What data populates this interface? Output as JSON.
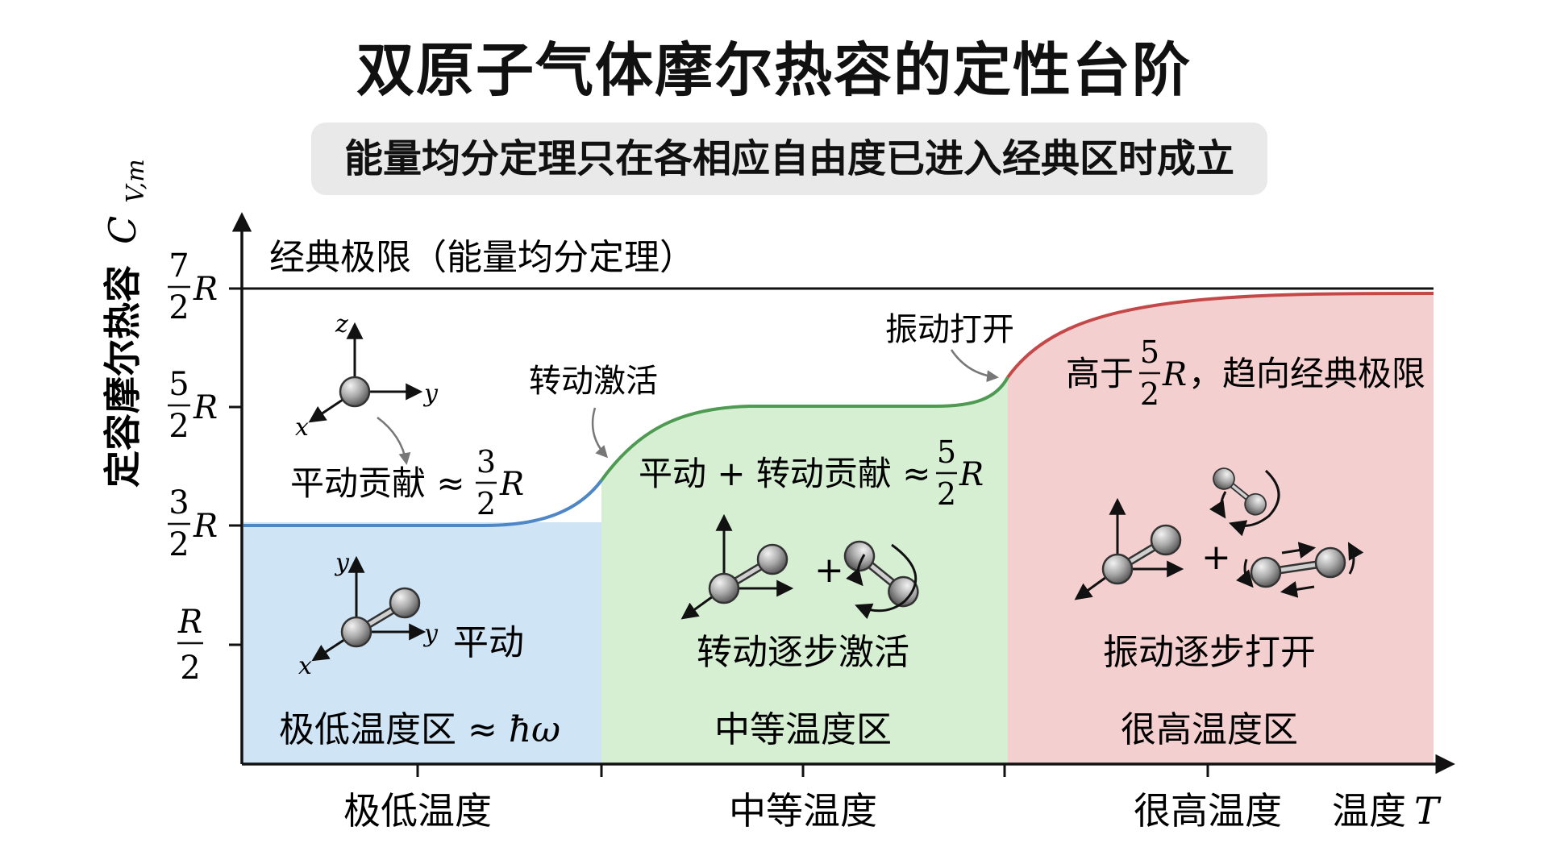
{
  "title": "双原子气体摩尔热容的定性台阶",
  "subtitle": "能量均分定理只在各相应自由度已进入经典区时成立",
  "y_axis": {
    "label_text": "定容摩尔热容",
    "label_symbol": "C",
    "label_subscript": "V,m",
    "ticks": [
      {
        "num": "7",
        "den": "2",
        "unit": "R"
      },
      {
        "num": "5",
        "den": "2",
        "unit": "R"
      },
      {
        "num": "3",
        "den": "2",
        "unit": "R"
      },
      {
        "num": "R",
        "den": "2",
        "unit": ""
      }
    ]
  },
  "x_axis": {
    "label_text": "温度",
    "label_symbol": "T",
    "ticks": [
      "极低温度",
      "中等温度",
      "很高温度"
    ]
  },
  "classical_limit_label": "经典极限（能量均分定理）",
  "annotations": {
    "rotation_activation": "转动激活",
    "vibration_open": "振动打开",
    "translation_contribution": "平动贡献 ≈",
    "trans_rot_contribution": "平动 + 转动贡献 ≈",
    "above_prefix": "高于",
    "above_suffix": "，趋向经典极限",
    "frac_3": "3",
    "frac_5": "5",
    "frac_2": "2",
    "unit_R": "R"
  },
  "regions": [
    {
      "name": "极低温度区 ≈ ",
      "symbol": "ħω",
      "mode": "平动",
      "color": "#cfe4f5"
    },
    {
      "name": "中等温度区",
      "symbol": "",
      "mode": "转动逐步激活",
      "color": "#d6efd3"
    },
    {
      "name": "很高温度区",
      "symbol": "",
      "mode": "振动逐步打开",
      "color": "#f4cfcf"
    }
  ],
  "axis_letters": {
    "x": "x",
    "y": "y",
    "z": "z"
  },
  "plus": "+",
  "curve_colors": {
    "low": "#4f86c6",
    "mid": "#4f9a52",
    "high": "#c44848"
  }
}
